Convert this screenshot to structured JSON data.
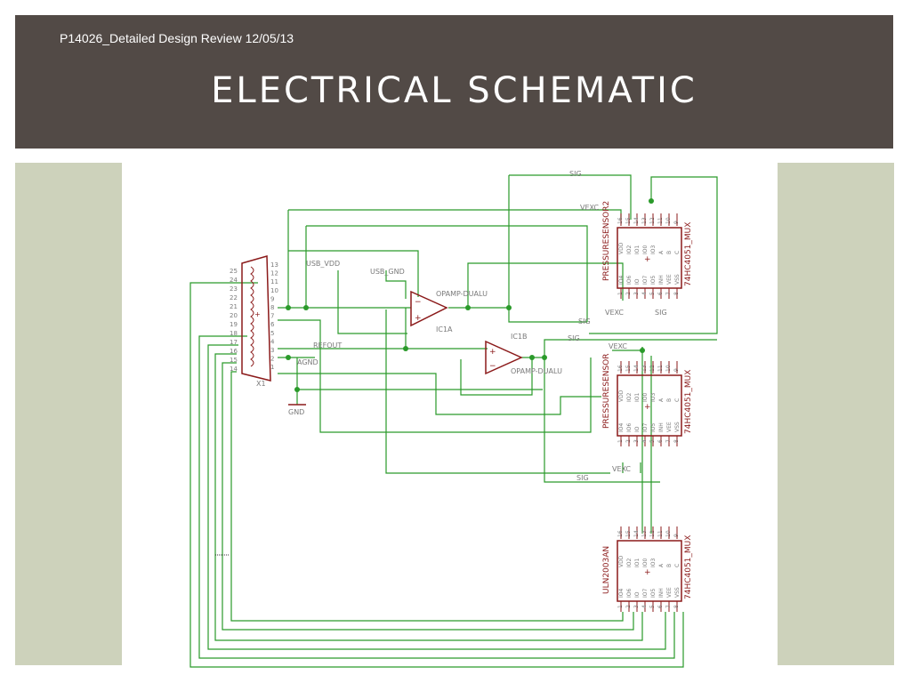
{
  "slide": {
    "subtitle": "P14026_Detailed Design Review 12/05/13",
    "title": "ELECTRICAL SCHEMATIC"
  },
  "colors": {
    "header_bg": "#524a46",
    "side_panel": "#cdd2bb",
    "wire": "#2a9a2a",
    "component": "#8b1a1a",
    "label": "#7a7a7a"
  },
  "schematic": {
    "net_labels": {
      "sig": "SIG",
      "vexc": "VEXC",
      "usb_vdd": "USB_VDD",
      "usb_gnd": "USB_GND",
      "refout": "REFOUT",
      "agnd": "AGND",
      "gnd": "GND"
    },
    "connector": {
      "ref": "X1"
    },
    "opamps": [
      {
        "ref": "IC1A",
        "value": "OPAMP-DUALU"
      },
      {
        "ref": "IC1B",
        "value": "OPAMP-DUALU"
      }
    ],
    "mux_chips": [
      {
        "name": "PRESSURESENSOR2",
        "part": "74HC4051_MUX"
      },
      {
        "name": "PRESSURESENSOR",
        "part": "74HC4051_MUX"
      },
      {
        "name": "ULN2003AN",
        "part": "74HC4051_MUX"
      }
    ],
    "chip_pins_left": [
      "VDD",
      "IO2",
      "IO1",
      "IO0",
      "IO3",
      "A",
      "B",
      "C"
    ],
    "chip_pins_right": [
      "IO4",
      "IO6",
      "IO",
      "IO7",
      "IO5",
      "INH",
      "VEE",
      "VSS"
    ],
    "chip_pin_numbers_top": [
      "16",
      "15",
      "14",
      "13",
      "12",
      "11",
      "10",
      "9"
    ],
    "chip_pin_numbers_bottom": [
      "1",
      "2",
      "3",
      "4",
      "5",
      "6",
      "7",
      "8"
    ],
    "connector_pins_left": [
      "25",
      "24",
      "23",
      "22",
      "21",
      "20",
      "19",
      "18",
      "17",
      "16",
      "15",
      "14"
    ],
    "connector_pins_right": [
      "13",
      "12",
      "11",
      "10",
      "9",
      "8",
      "7",
      "6",
      "5",
      "4",
      "3",
      "2",
      "1"
    ]
  }
}
